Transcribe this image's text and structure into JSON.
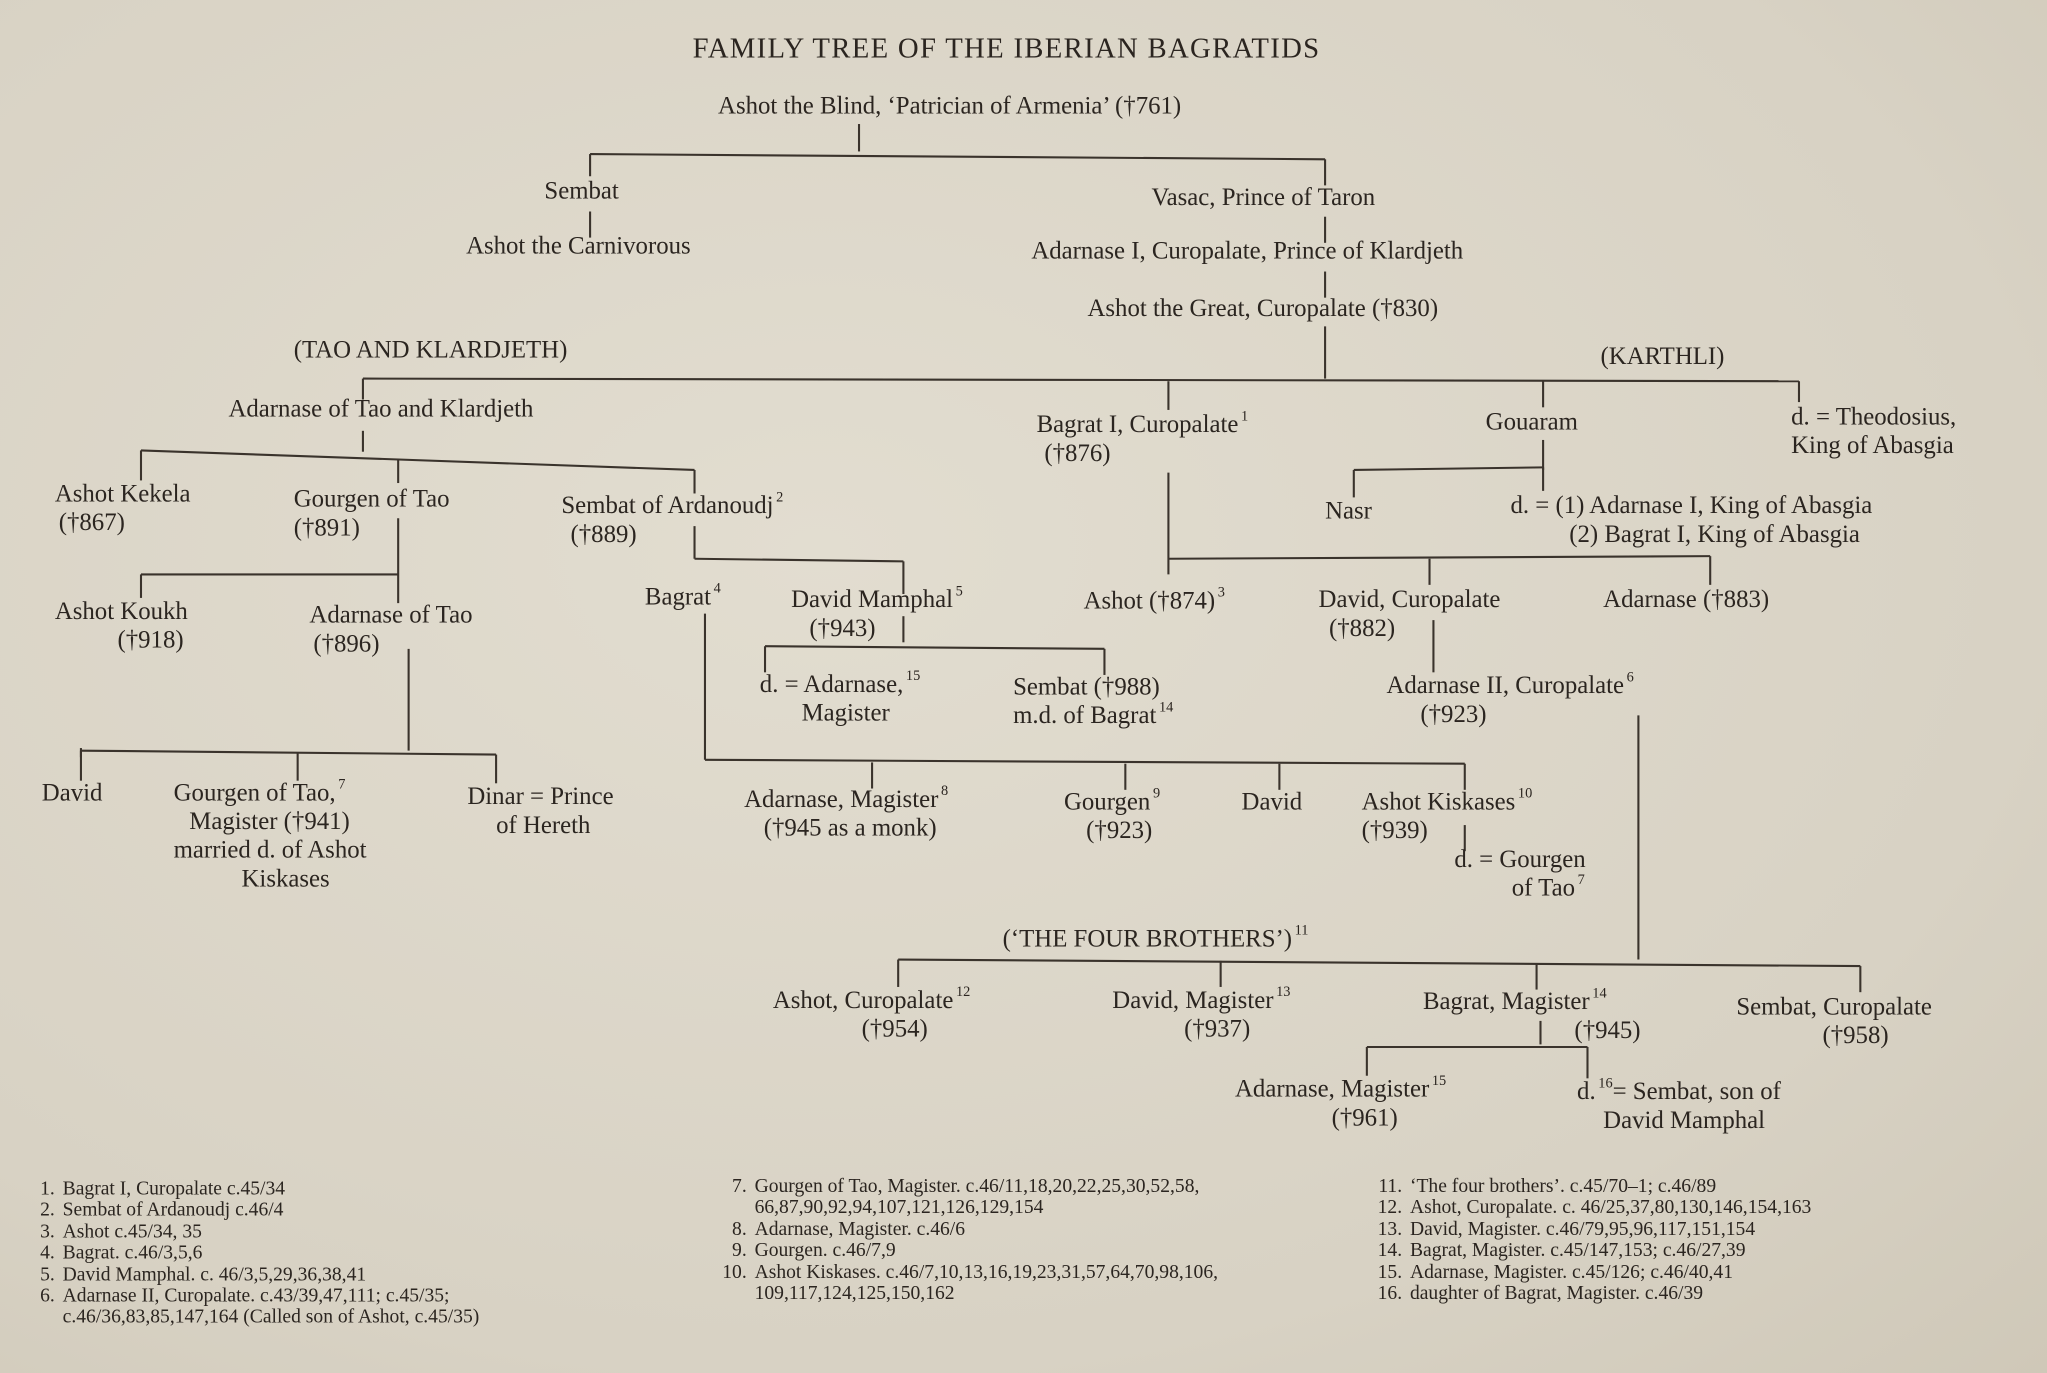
{
  "title": "FAMILY TREE OF THE IBERIAN BAGRATIDS",
  "nodes": {
    "ashot_blind": [
      {
        "t": "Ashot the Blind, ‘Patrician of Armenia’ (†761)"
      }
    ],
    "sembat": [
      {
        "t": "Sembat"
      }
    ],
    "ashot_carnivorous": [
      {
        "t": "Ashot the Carnivorous"
      }
    ],
    "vasac": [
      {
        "t": "Vasac, Prince of Taron"
      }
    ],
    "adarnase_i": [
      {
        "t": "Adarnase I, Curopalate, Prince of Klardjeth"
      }
    ],
    "ashot_great": [
      {
        "t": "Ashot the Great, Curopalate (†830)"
      }
    ],
    "tao_label": [
      {
        "t": "(TAO AND KLARDJETH)"
      }
    ],
    "karthli_label": [
      {
        "t": "(KARTHLI)"
      }
    ],
    "adarnase_tao_klardjeth": [
      {
        "t": "Adarnase of Tao and Klardjeth"
      }
    ],
    "ashot_kekela": [
      {
        "t": "Ashot Kekela"
      },
      {
        "t": "(†867)"
      }
    ],
    "gourgen_tao_891": [
      {
        "t": "Gourgen of Tao"
      },
      {
        "t": "(†891)"
      }
    ],
    "sembat_ardanoudj": [
      {
        "t": "Sembat of Ardanoudj",
        "sup": "2"
      },
      {
        "t": "(†889)"
      }
    ],
    "ashot_koukh": [
      {
        "t": "Ashot Koukh"
      },
      {
        "t": "(†918)"
      }
    ],
    "adarnase_tao_896": [
      {
        "t": "Adarnase of Tao"
      },
      {
        "t": "(†896)"
      }
    ],
    "david_1": [
      {
        "t": "David"
      }
    ],
    "gourgen_tao_941": [
      {
        "t": "Gourgen of Tao,",
        "sup": "7"
      },
      {
        "t": "Magister (†941)"
      },
      {
        "t": "married d. of Ashot"
      },
      {
        "t": "Kiskases"
      }
    ],
    "dinar": [
      {
        "t": "Dinar = Prince"
      },
      {
        "t": "of Hereth"
      }
    ],
    "bagrat_4": [
      {
        "t": "Bagrat",
        "sup": "4"
      }
    ],
    "david_mamphal": [
      {
        "t": "David Mamphal",
        "sup": "5"
      },
      {
        "t": "(†943)"
      }
    ],
    "d_adarnase": [
      {
        "t": "d. = Adarnase,",
        "sup": "15"
      },
      {
        "t": "Magister"
      }
    ],
    "sembat_988": [
      {
        "t": "Sembat (†988)"
      },
      {
        "t": "m.d. of Bagrat",
        "sup": "14"
      }
    ],
    "adarnase_magister_8": [
      {
        "t": "Adarnase, Magister",
        "sup": "8"
      },
      {
        "t": "(†945 as a monk)"
      }
    ],
    "gourgen_9": [
      {
        "t": "Gourgen",
        "sup": "9"
      },
      {
        "t": "(†923)"
      }
    ],
    "david_2": [
      {
        "t": "David"
      }
    ],
    "ashot_kiskases": [
      {
        "t": "Ashot Kiskases",
        "sup": "10"
      },
      {
        "t": "(†939)"
      }
    ],
    "d_gourgen": [
      {
        "t": "d. = Gourgen"
      },
      {
        "t": "of Tao",
        "sup": "7"
      }
    ],
    "bagrat_i": [
      {
        "t": "Bagrat I, Curopalate",
        "sup": "1"
      },
      {
        "t": "(†876)"
      }
    ],
    "gouaram": [
      {
        "t": "Gouaram"
      }
    ],
    "d_theodosius": [
      {
        "t": "d. = Theodosius,"
      },
      {
        "t": "King of Abasgia"
      }
    ],
    "nasr": [
      {
        "t": "Nasr"
      }
    ],
    "d_abasgia": [
      {
        "t": "d. = (1)  Adarnase I, King of Abasgia"
      },
      {
        "t": "(2)  Bagrat I, King of Abasgia"
      }
    ],
    "ashot_874": [
      {
        "t": "Ashot (†874)",
        "sup": "3"
      }
    ],
    "david_curopalate": [
      {
        "t": "David, Curopalate"
      },
      {
        "t": "(†882)"
      }
    ],
    "adarnase_883": [
      {
        "t": "Adarnase (†883)"
      }
    ],
    "adarnase_ii": [
      {
        "t": "Adarnase II, Curopalate",
        "sup": "6"
      },
      {
        "t": "(†923)"
      }
    ],
    "four_brothers": [
      {
        "t": "(‘THE FOUR BROTHERS’)",
        "sup": "11"
      }
    ],
    "ashot_curopalate_12": [
      {
        "t": "Ashot,  Curopalate",
        "sup": "12"
      },
      {
        "t": "(†954)"
      }
    ],
    "david_magister_13": [
      {
        "t": "David, Magister",
        "sup": "13"
      },
      {
        "t": "(†937)"
      }
    ],
    "bagrat_magister_14": [
      {
        "t": "Bagrat, Magister",
        "sup": "14"
      },
      {
        "t": "(†945)"
      }
    ],
    "sembat_curopalate": [
      {
        "t": "Sembat, Curopalate"
      },
      {
        "t": "(†958)"
      }
    ],
    "adarnase_magister_15": [
      {
        "t": "Adarnase, Magister",
        "sup": "15"
      },
      {
        "t": "(†961)"
      }
    ],
    "d16_sembat": [
      {
        "t": "d.",
        "sup": "16"
      },
      {
        "t": "= Sembat, son of"
      },
      {
        "t": "David Mamphal"
      }
    ]
  },
  "footnotes": [
    [
      {
        "n": "1.",
        "t": "Bagrat I, Curopalate c.45/34"
      },
      {
        "n": "2.",
        "t": "Sembat of Ardanoudj c.46/4"
      },
      {
        "n": "3.",
        "t": "Ashot c.45/34, 35"
      },
      {
        "n": "4.",
        "t": "Bagrat. c.46/3,5,6"
      },
      {
        "n": "5.",
        "t": "David Mamphal. c. 46/3,5,29,36,38,41"
      },
      {
        "n": "6.",
        "t": "Adarnase  II,  Curopalate.  c.43/39,47,111;  c.45/35;",
        "c": "c.46/36,83,85,147,164 (Called son of Ashot, c.45/35)"
      }
    ],
    [
      {
        "n": "7.",
        "t": "Gourgen of Tao, Magister. c.46/11,18,20,22,25,30,52,58,",
        "c": "66,87,90,92,94,107,121,126,129,154"
      },
      {
        "n": "8.",
        "t": "Adarnase, Magister. c.46/6"
      },
      {
        "n": "9.",
        "t": "Gourgen. c.46/7,9"
      },
      {
        "n": "10.",
        "t": "Ashot  Kiskases. c.46/7,10,13,16,19,23,31,57,64,70,98,106,",
        "c": "109,117,124,125,150,162"
      }
    ],
    [
      {
        "n": "11.",
        "t": "‘The four brothers’. c.45/70–1; c.46/89"
      },
      {
        "n": "12.",
        "t": "Ashot, Curopalate. c. 46/25,37,80,130,146,154,163"
      },
      {
        "n": "13.",
        "t": "David, Magister. c.46/79,95,96,117,151,154"
      },
      {
        "n": "14.",
        "t": "Bagrat, Magister. c.45/147,153; c.46/27,39"
      },
      {
        "n": "15.",
        "t": "Adarnase, Magister. c.45/126; c.46/40,41"
      },
      {
        "n": "16.",
        "t": "daughter of Bagrat, Magister. c.46/39"
      }
    ]
  ]
}
